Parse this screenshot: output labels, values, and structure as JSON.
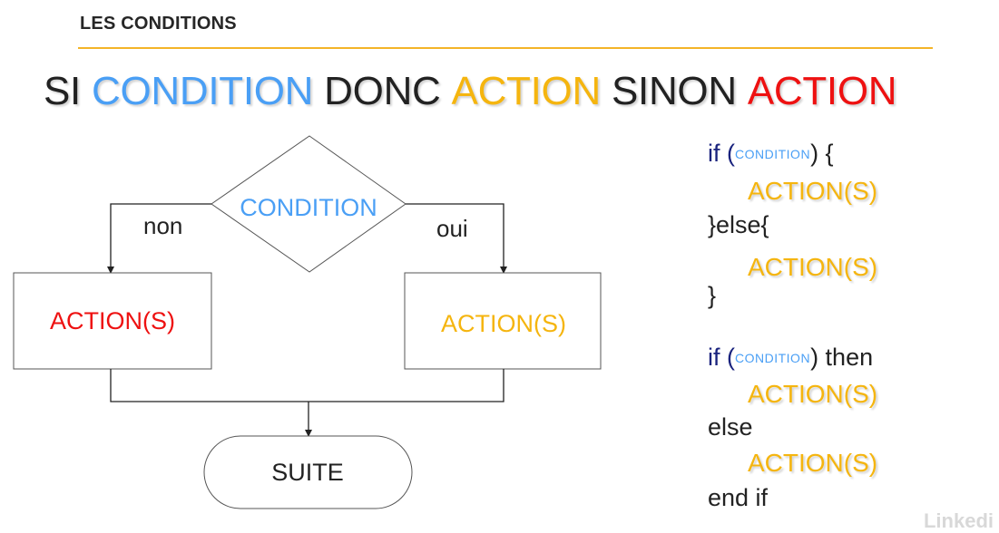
{
  "header": {
    "section_title": "LES CONDITIONS"
  },
  "headline": {
    "parts": [
      {
        "text": "SI",
        "color": "#222222"
      },
      {
        "text": "CONDITION",
        "color": "#4a9ff5"
      },
      {
        "text": "DONC",
        "color": "#222222"
      },
      {
        "text": "ACTION",
        "color": "#f5b50f"
      },
      {
        "text": "SINON",
        "color": "#222222"
      },
      {
        "text": "ACTION",
        "color": "#ee1111"
      }
    ]
  },
  "flowchart": {
    "decision_label": "CONDITION",
    "no_branch_label": "non",
    "yes_branch_label": "oui",
    "left_action_label": "ACTION(S)",
    "right_action_label": "ACTION(S)",
    "end_label": "SUITE"
  },
  "code_block_1": {
    "if_kw": "if (",
    "condition": "CONDITION",
    "if_close": ") {",
    "action_1": "ACTION(S)",
    "else_line": "}else{",
    "action_2": "ACTION(S)",
    "close_brace": "}"
  },
  "code_block_2": {
    "if_kw": "if (",
    "condition": "CONDITION",
    "then_kw": ") then",
    "action_1": "ACTION(S)",
    "else_kw": "else",
    "action_2": "ACTION(S)",
    "end_kw": "end if"
  },
  "watermark": "Linkedi",
  "colors": {
    "blue": "#4a9ff5",
    "orange": "#f5b50f",
    "red": "#ee1111",
    "dark": "#222222",
    "accent_rule": "#f4b428"
  }
}
